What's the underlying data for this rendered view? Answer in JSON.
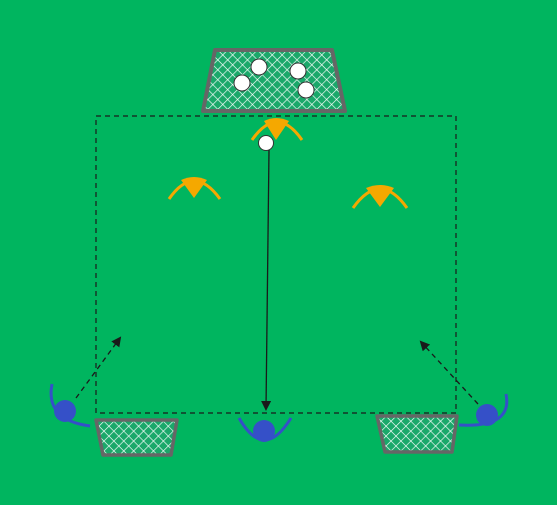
{
  "colors": {
    "pitch": "#00b55f",
    "goal_frame": "#6a6a6a",
    "goal_net": "#ffffff",
    "goal_fill": "#1aa86a",
    "defender": "#f5a800",
    "attacker": "#3550c8",
    "ball": "#ffffff",
    "line": "#1a1a1a"
  },
  "legend_icons": {
    "goal": "goal-icon",
    "ball": "ball-icon",
    "defender": "defender-icon",
    "attacker": "attacker-icon"
  },
  "elements": {
    "big_goal_balls": 4,
    "small_goals": 2,
    "defenders": 3,
    "attackers": 3
  }
}
